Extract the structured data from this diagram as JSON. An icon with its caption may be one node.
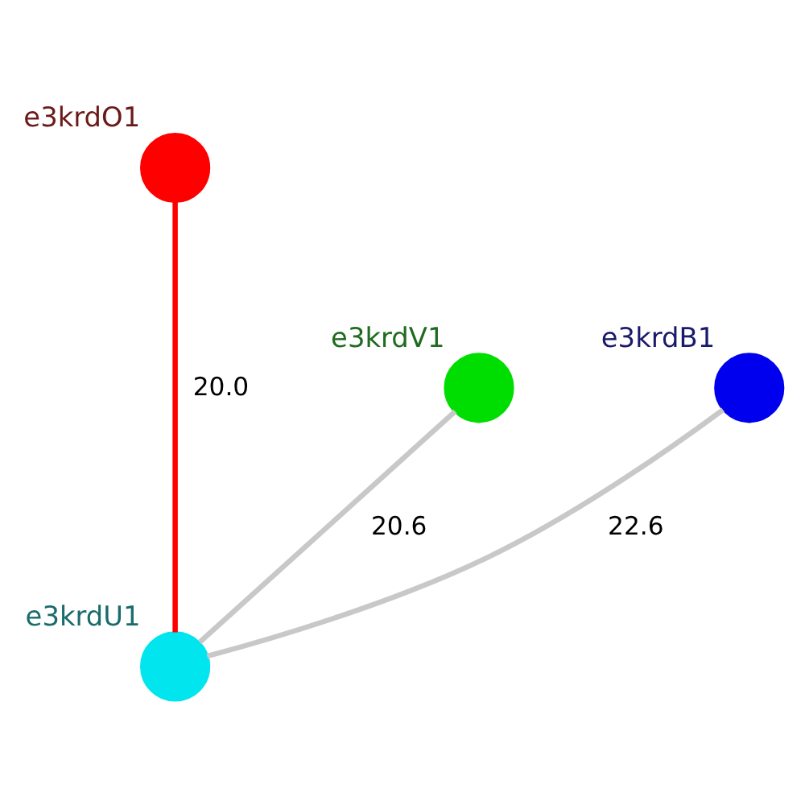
{
  "diagram": {
    "nodes": [
      {
        "text": [],
        "shape": "circle",
        "beside": [
          "e3krdO1"
        ]
      },
      {
        "text": [],
        "shape": "circle",
        "beside": [
          "e3krdV1"
        ]
      },
      {
        "text": [],
        "shape": "circle",
        "beside": [
          "e3krdB1"
        ]
      },
      {
        "text": [],
        "shape": "circle",
        "beside": [
          "e3krdU1"
        ]
      }
    ],
    "edges": [
      {
        "from": 0,
        "to": 3,
        "arrow": "none",
        "label": "20.0",
        "color": "#ff0000"
      },
      {
        "from": 1,
        "to": 3,
        "arrow": "none",
        "label": "20.6"
      },
      {
        "from": 2,
        "to": 3,
        "arrow": "none",
        "label": "22.6"
      }
    ]
  }
}
